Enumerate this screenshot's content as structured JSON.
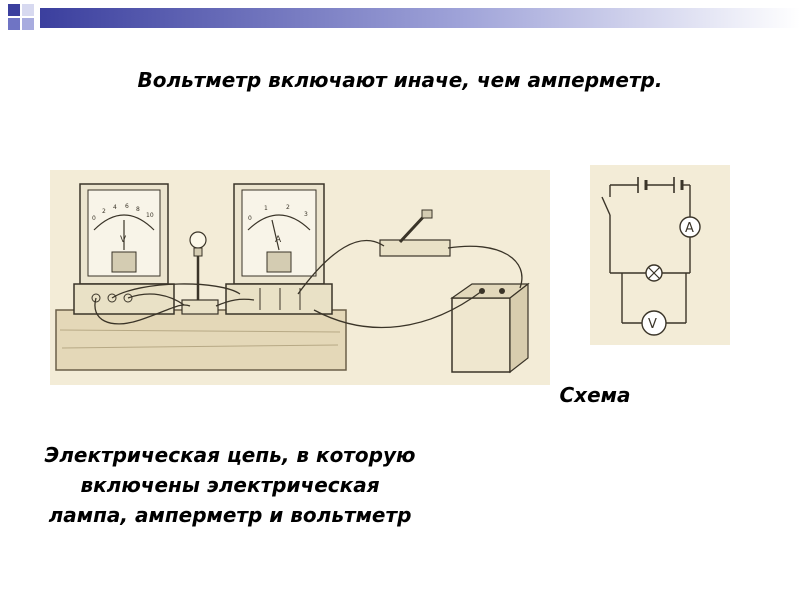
{
  "slide": {
    "title": "Вольтметр включают иначе, чем амперметр.",
    "scheme_label": "Схема",
    "caption_lines": [
      "Электрическая цепь, в которую",
      "включены электрическая",
      "лампа, амперметр и вольтметр"
    ]
  },
  "photo": {
    "voltmeter_letter": "V",
    "ammeter_letter": "A",
    "voltmeter_scale": [
      "0",
      "2",
      "4",
      "6",
      "8",
      "10"
    ],
    "ammeter_scale": [
      "0",
      "1",
      "2",
      "3"
    ]
  },
  "schematic": {
    "ammeter_symbol": "A",
    "voltmeter_symbol": "V"
  },
  "colors": {
    "accent_blue": "#6f74c4",
    "bar_light": "#c9cbe9",
    "square_dark": "#3b3f9e",
    "square_light": "#a8acdf",
    "paper": "#f3ecd7",
    "wood": "#e4d8b8",
    "ink": "#3a3428"
  }
}
